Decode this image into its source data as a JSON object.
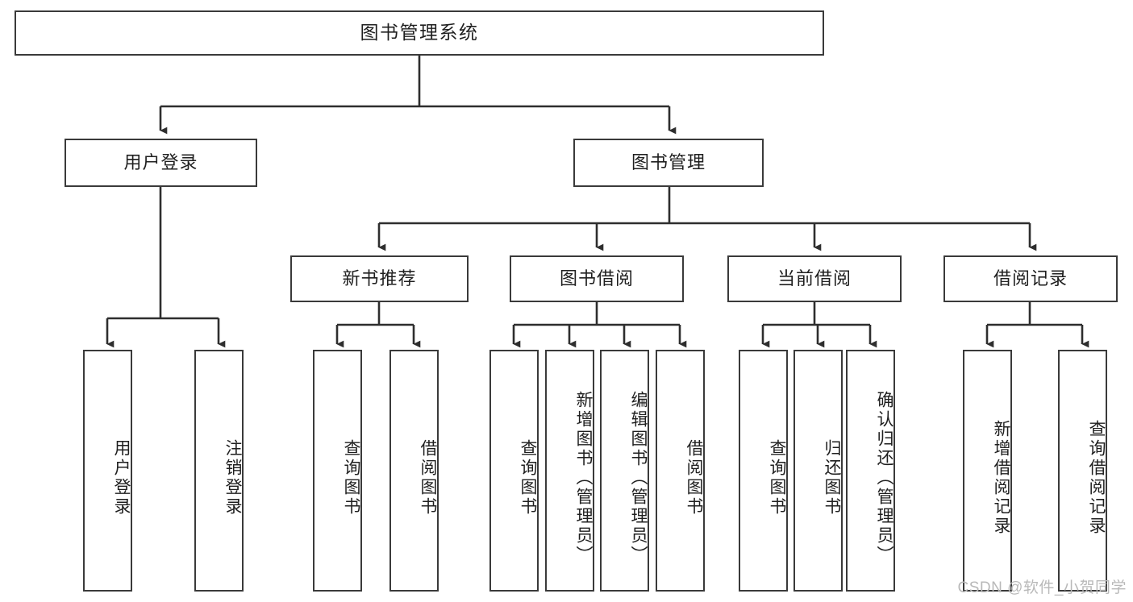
{
  "diagram": {
    "title": "图书管理系统",
    "type": "tree",
    "watermark": "CSDN @软件_小贺同学",
    "root": {
      "label": "图书管理系统"
    },
    "level1": [
      {
        "label": "用户登录"
      },
      {
        "label": "图书管理"
      }
    ],
    "level2": [
      {
        "label": "新书推荐"
      },
      {
        "label": "图书借阅"
      },
      {
        "label": "当前借阅"
      },
      {
        "label": "借阅记录"
      }
    ],
    "leaves": {
      "user_login": [
        {
          "label": "用户登录"
        },
        {
          "label": "注销登录"
        }
      ],
      "new_book_recommend": [
        {
          "label": "查询图书"
        },
        {
          "label": "借阅图书"
        }
      ],
      "book_borrow": [
        {
          "label": "查询图书"
        },
        {
          "label": "新增图书（管理员）"
        },
        {
          "label": "编辑图书（管理员）"
        },
        {
          "label": "借阅图书"
        }
      ],
      "current_borrow": [
        {
          "label": "查询图书"
        },
        {
          "label": "归还图书"
        },
        {
          "label": "确认归还（管理员）"
        }
      ],
      "borrow_record": [
        {
          "label": "新增借阅记录"
        },
        {
          "label": "查询借阅记录"
        }
      ]
    },
    "colors": {
      "stroke": "#3a3a3a",
      "fill": "#ffffff",
      "text": "#1f1f1f",
      "watermark": "#b9b9b9"
    }
  }
}
